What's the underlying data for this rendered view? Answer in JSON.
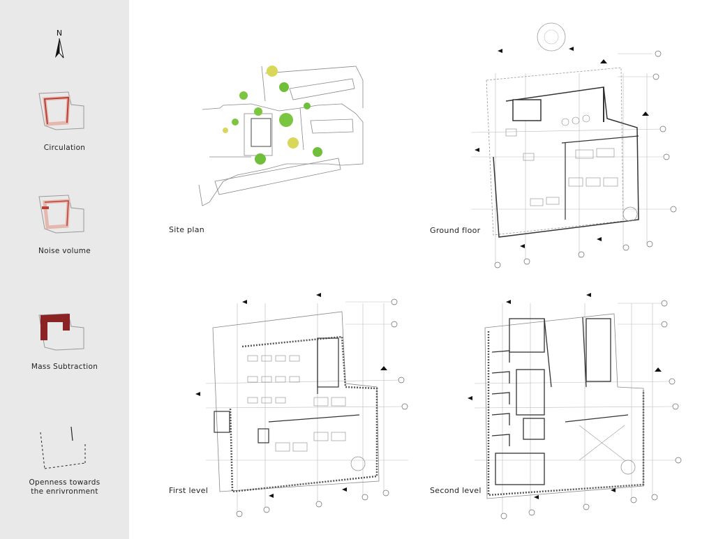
{
  "sidebar": {
    "north_label": "N",
    "legend": [
      {
        "key": "circulation",
        "label": "Circulation"
      },
      {
        "key": "noise",
        "label": "Noise volume"
      },
      {
        "key": "mass",
        "label": "Mass Subtraction"
      },
      {
        "key": "openness",
        "label_line1": "Openness towards",
        "label_line2": "the enrivronment"
      }
    ],
    "colors": {
      "accent_dark": "#8b2325",
      "accent_mid": "#b8413a",
      "accent_light": "#e6b8ad",
      "panel": "#e9e9e9"
    }
  },
  "plans": {
    "site": {
      "caption": "Site plan"
    },
    "ground": {
      "caption": "Ground floor"
    },
    "first": {
      "caption": "First level"
    },
    "second": {
      "caption": "Second level"
    }
  }
}
